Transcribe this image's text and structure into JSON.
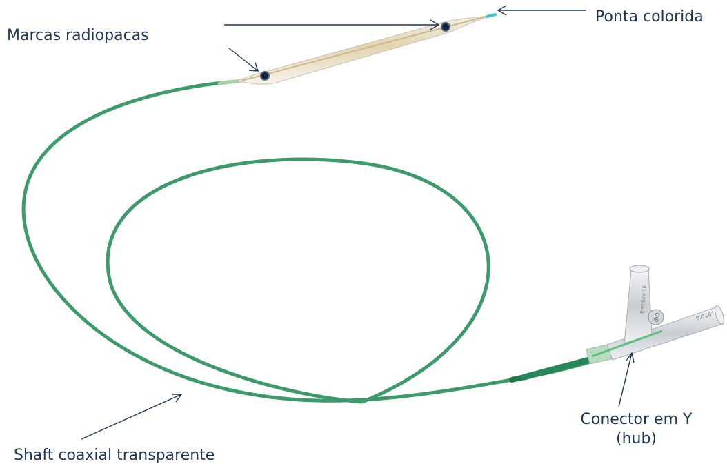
{
  "labels": {
    "tip": "Ponta colorida",
    "markers": "Marcas radiopacas",
    "hub_line1": "Conector em Y",
    "hub_line2": "(hub)",
    "shaft": "Shaft coaxial transparente"
  },
  "hub_text": {
    "logo": "BIO",
    "port_side": "Pressure 16",
    "port_main": "0.018\""
  },
  "colors": {
    "label_text": "#1d3557",
    "pointer_line": "#1d3557",
    "shaft_green": "#3d9a6a",
    "shaft_green_dark": "#1e7a4a",
    "balloon_fill": "#e8dcc0",
    "tip_cyan": "#3fc3cf",
    "marker": "#10243f",
    "hub_clear": "#d9dde1"
  }
}
